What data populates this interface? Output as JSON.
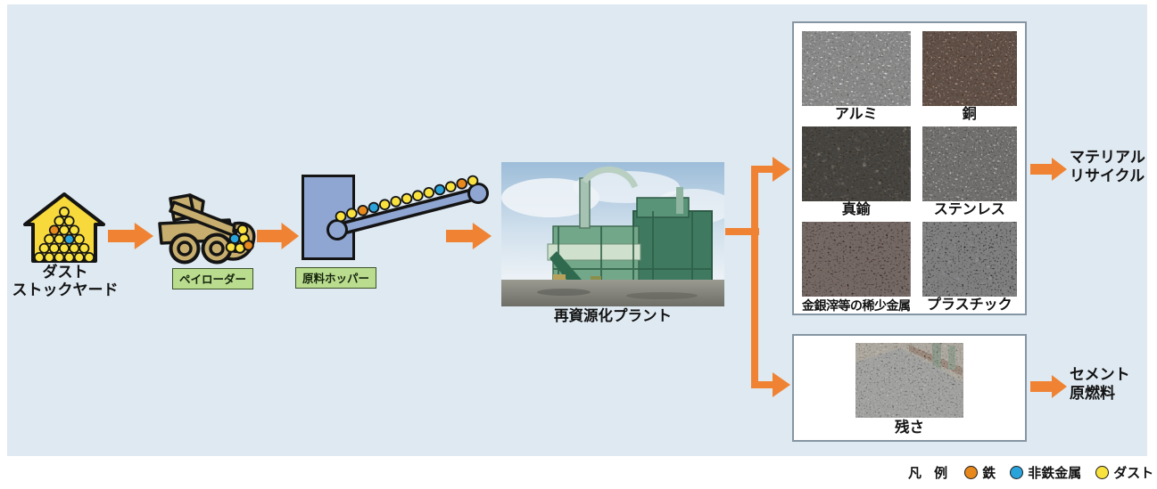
{
  "flow": {
    "stockyard": {
      "line1": "ダスト",
      "line2": "ストックヤード"
    },
    "payloader_label": "ペイローダー",
    "hopper_label": "原料ホッパー",
    "plant_label": "再資源化プラント"
  },
  "materials": {
    "items": [
      {
        "label": "アルミ"
      },
      {
        "label": "銅"
      },
      {
        "label": "真鍮"
      },
      {
        "label": "ステンレス"
      },
      {
        "label": "金銀滓等の稀少金属"
      },
      {
        "label": "プラスチック"
      }
    ]
  },
  "residue": {
    "label": "残さ"
  },
  "outputs": {
    "material_recycle": {
      "line1": "マテリアル",
      "line2": "リサイクル"
    },
    "cement_fuel": {
      "line1": "セメント",
      "line2": "原燃料"
    }
  },
  "legend": {
    "title": "凡 例",
    "items": [
      {
        "label": "鉄",
        "color": "#e8891d"
      },
      {
        "label": "非鉄金属",
        "color": "#2aa3db"
      },
      {
        "label": "ダスト",
        "color": "#f9e13e"
      }
    ]
  },
  "palette": {
    "panel_bg": "#dfe9f1",
    "arrow_orange": "#ef8333",
    "iron": "#e8891d",
    "nonferrous": "#2aa3db",
    "dust": "#f9e13e"
  }
}
